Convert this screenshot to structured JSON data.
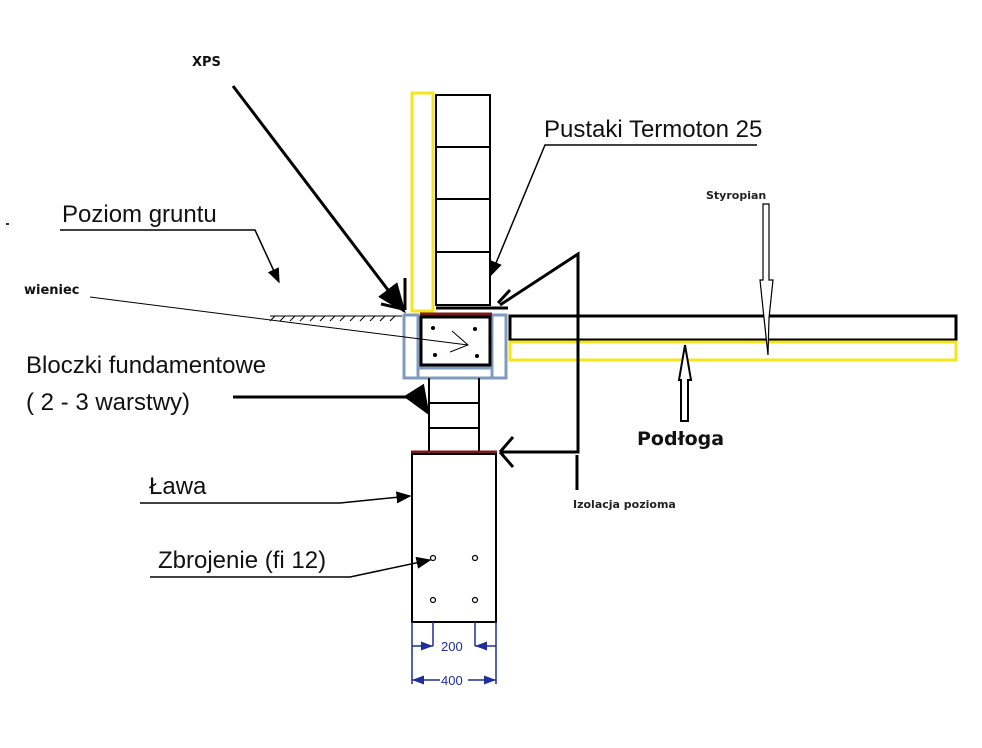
{
  "title": "Foundation cross-section detail",
  "labels": {
    "xps": "XPS",
    "pustaki": "Pustaki Termoton 25",
    "poziom_gruntu": "Poziom gruntu",
    "styropian": "Styropian",
    "wieniec": "wieniec",
    "bloczki_line1": "Bloczki fundamentowe",
    "bloczki_line2": "( 2 - 3 warstwy)",
    "podloga": "Podłoga",
    "izolacja": "Izolacja pozioma",
    "lawa": "Ława",
    "zbrojenie": "Zbrojenie (fi 12)"
  },
  "dimensions": {
    "inner": "200",
    "outer": "400"
  },
  "colors": {
    "xps_insulation": "#f5e61a",
    "wieniec_insulation": "#7f9bbd",
    "horizontal_insulation": "#7a1a1a",
    "dimension": "#1f2f99",
    "line": "#000000"
  }
}
